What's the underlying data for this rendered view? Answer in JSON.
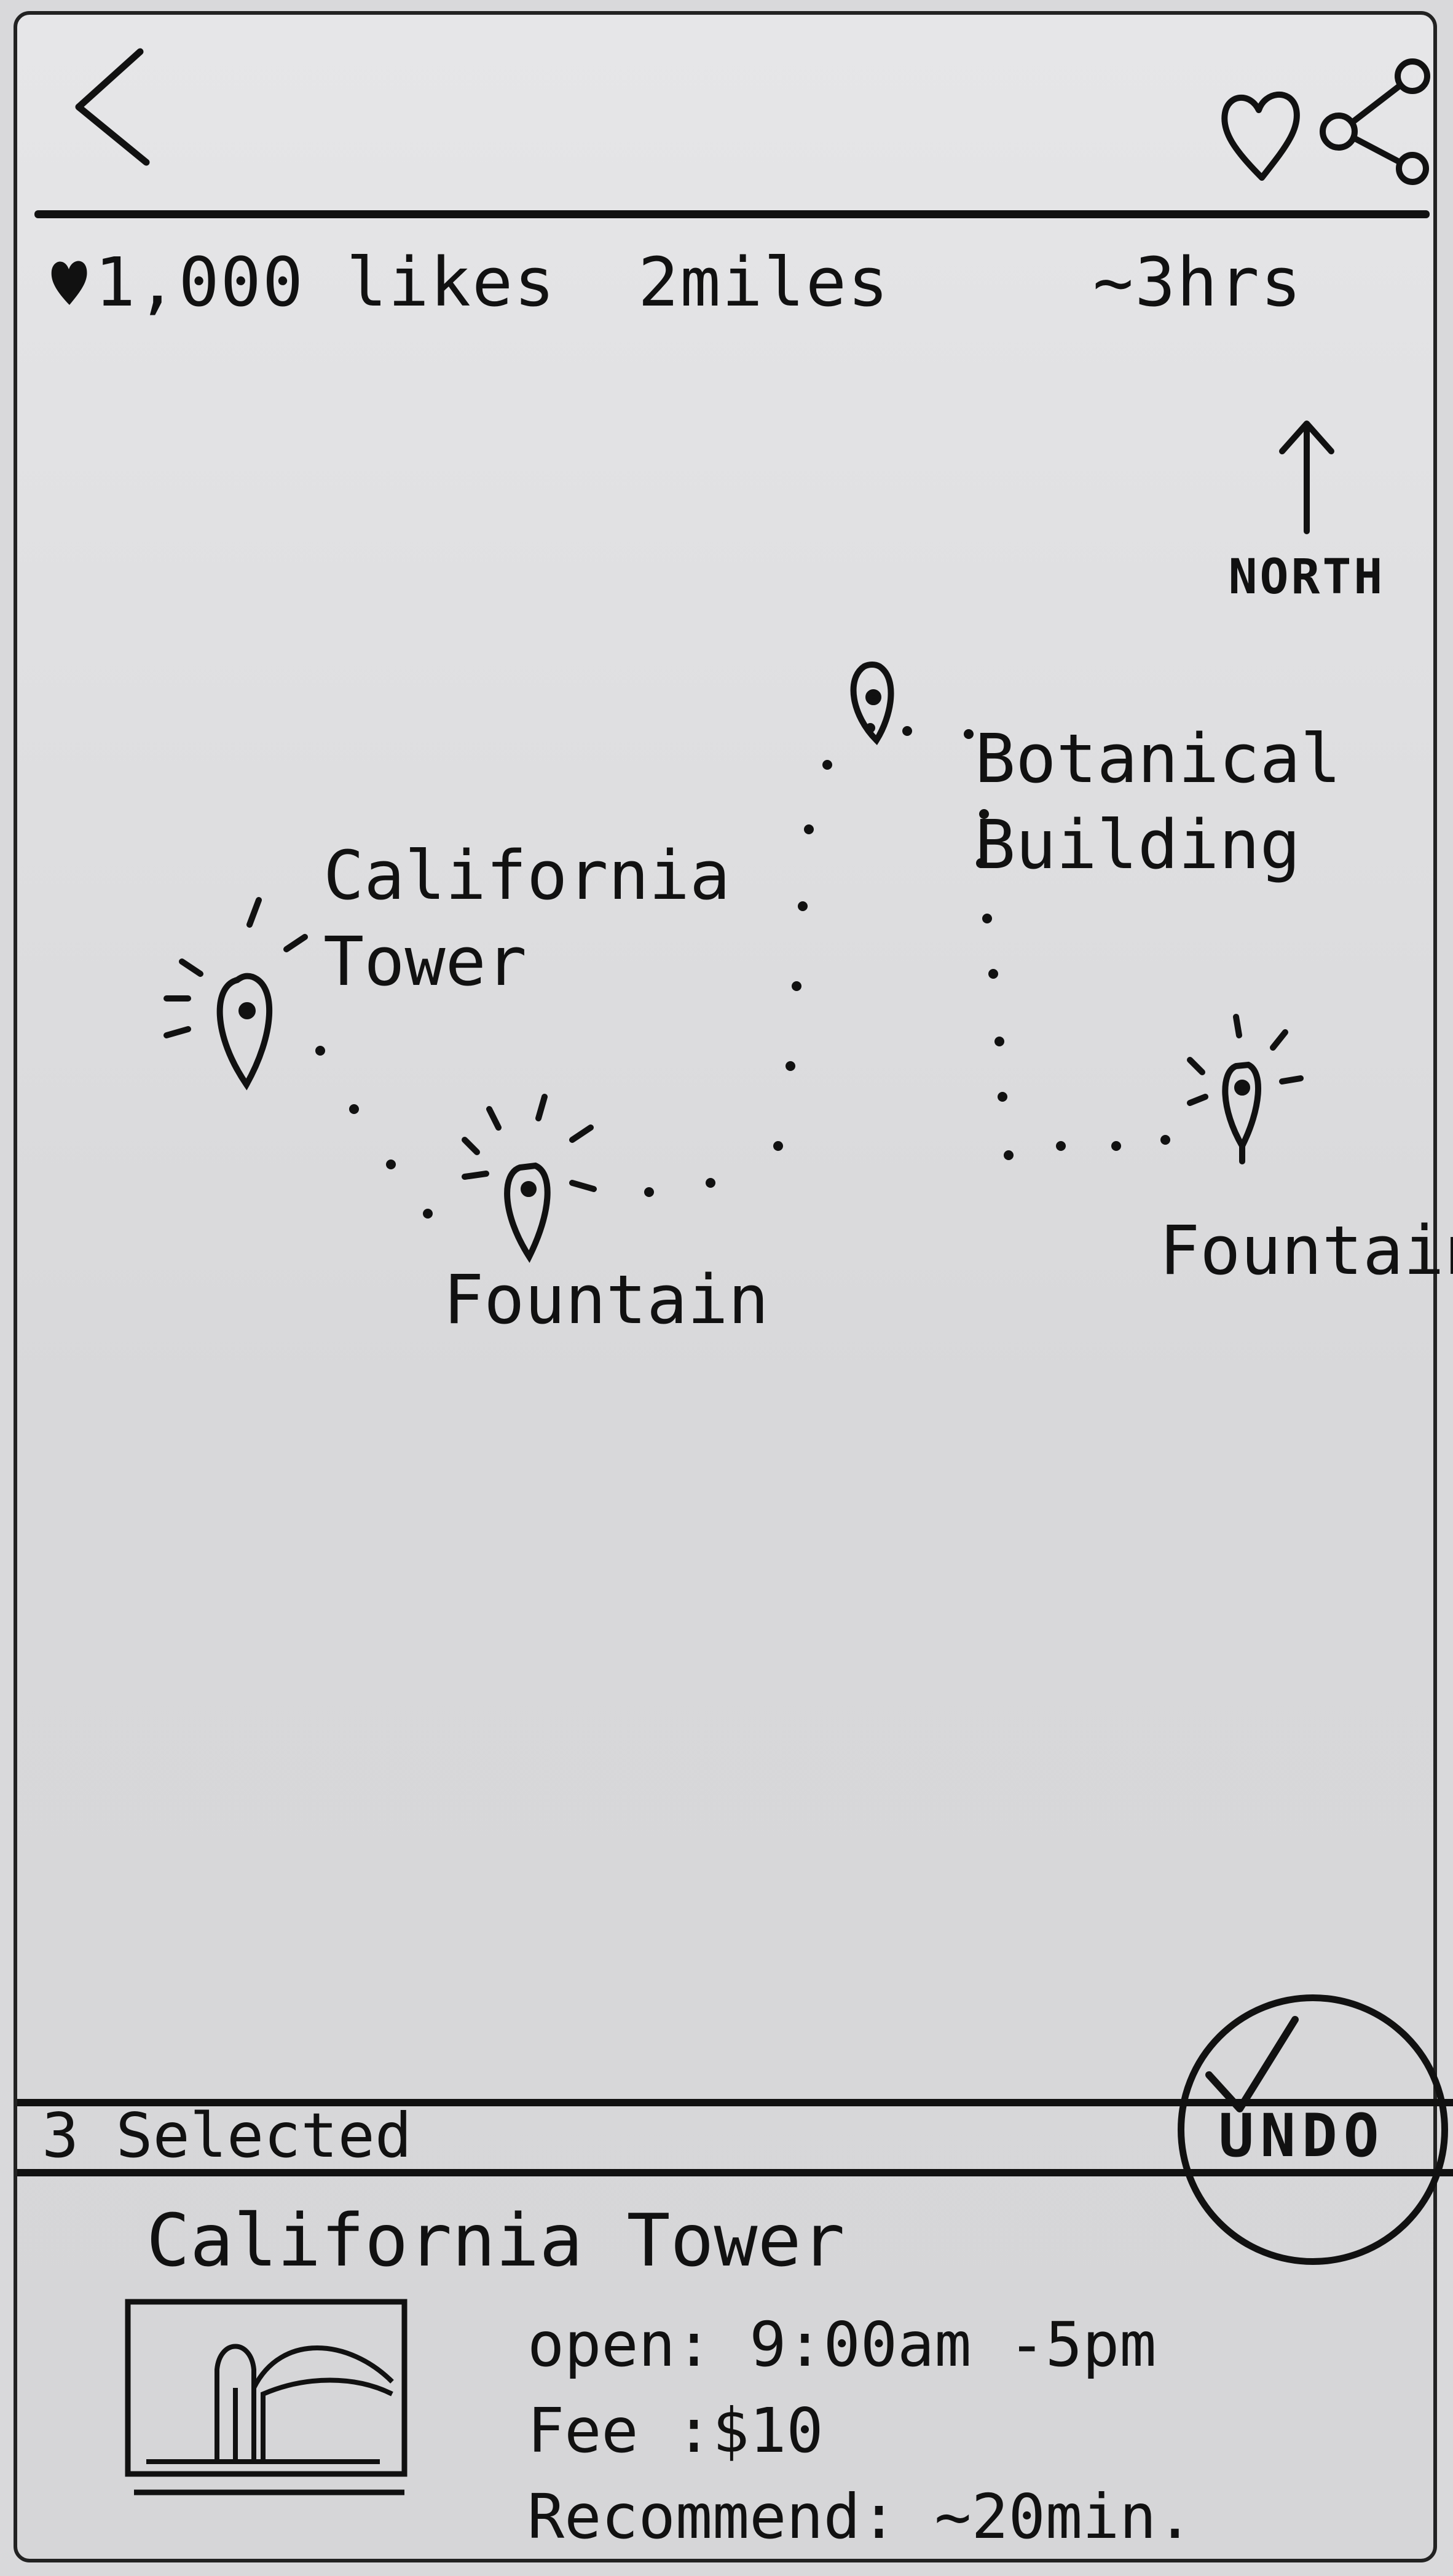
{
  "stats": {
    "likes": "1,000 likes",
    "distance": "2miles",
    "duration": "~3hrs"
  },
  "map": {
    "compass_label": "NORTH",
    "places": [
      {
        "label": "California\nTower"
      },
      {
        "label": "Fountain"
      },
      {
        "label": "Botanical\nBuilding"
      },
      {
        "label": "Fountain"
      }
    ]
  },
  "selection": {
    "count_label": "3 Selected",
    "undo_label": "UNDO"
  },
  "detail": {
    "title": "California Tower",
    "open": "open: 9:00am -5pm",
    "fee": "Fee :$10",
    "recommend": "Recommend: ~20min."
  },
  "icons": {
    "back": "chevron-left-icon",
    "like": "heart-icon",
    "share": "share-icon",
    "pin": "map-pin-icon",
    "confirm": "checkmark-icon"
  }
}
